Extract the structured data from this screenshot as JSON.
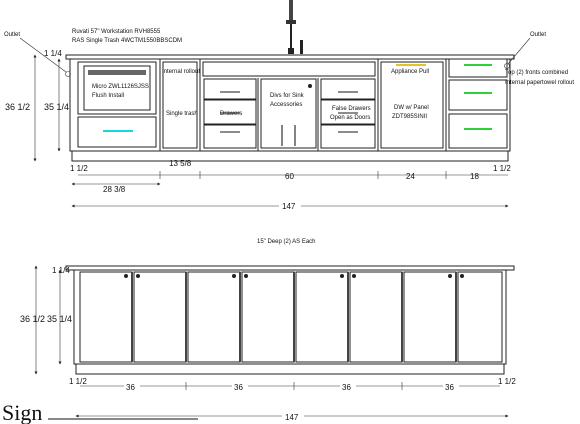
{
  "header": {
    "line1": "Ruvati 57\" Workstation RVH8555",
    "line2": "RAS Single Trash 4WCTM1550BBSCDM"
  },
  "front": {
    "labels": {
      "outlet_left": "Outlet",
      "outlet_right": "Outlet",
      "micro": "Micro ZWL1126SJSS",
      "flush": "Flush Install",
      "internal_rollout": "Internal rollout",
      "single_trash": "Single trash",
      "drawers": "Drawers",
      "divs": "Divs for Sink",
      "accessories": "Accessories",
      "false_drawers": "False Drawers",
      "open_as_doors": "Open as Doors",
      "appliance_pull": "Appliance Pull",
      "dw_panel": "DW w/ Panel",
      "dw_model": "ZDT985SINII",
      "right_note1": "Top (2) fronts combined",
      "right_note2": "Internal papertowel rollout"
    },
    "dims": {
      "top_gap": "1 1/4",
      "total_height": "36 1/2",
      "box_height": "35 1/4",
      "left_end": "1 1/2",
      "right_end": "1 1/2",
      "trash_width": "13 5/8",
      "sink_width": "60",
      "dw_width": "24",
      "right_width": "18",
      "micro_width": "28 3/8",
      "overall": "147"
    }
  },
  "back": {
    "note": "15\" Deep (2) AS Each",
    "dims": {
      "top_gap": "1 1/4",
      "total_height": "36 1/2",
      "box_height": "35 1/4",
      "left_end": "1 1/2",
      "right_end": "1 1/2",
      "sections": [
        "36",
        "36",
        "36",
        "36"
      ],
      "overall": "147"
    }
  },
  "sign": {
    "label": "Sign"
  }
}
